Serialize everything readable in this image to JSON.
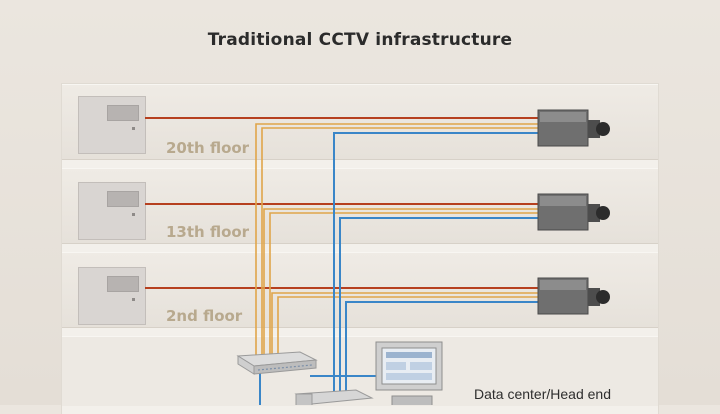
{
  "title": "Traditional CCTV infrastructure",
  "floors": [
    {
      "label": "20th floor"
    },
    {
      "label": "13th floor"
    },
    {
      "label": "2nd floor"
    }
  ],
  "data_center_label": "Data center/Head end",
  "colors": {
    "power_cable": "#b6401f",
    "video_cable": "#3a86c8",
    "control_cable": "#e0a54a"
  },
  "icons": [
    "control-panel-icon",
    "cctv-camera-icon",
    "network-switch-icon",
    "monitor-icon",
    "recorder-icon"
  ]
}
